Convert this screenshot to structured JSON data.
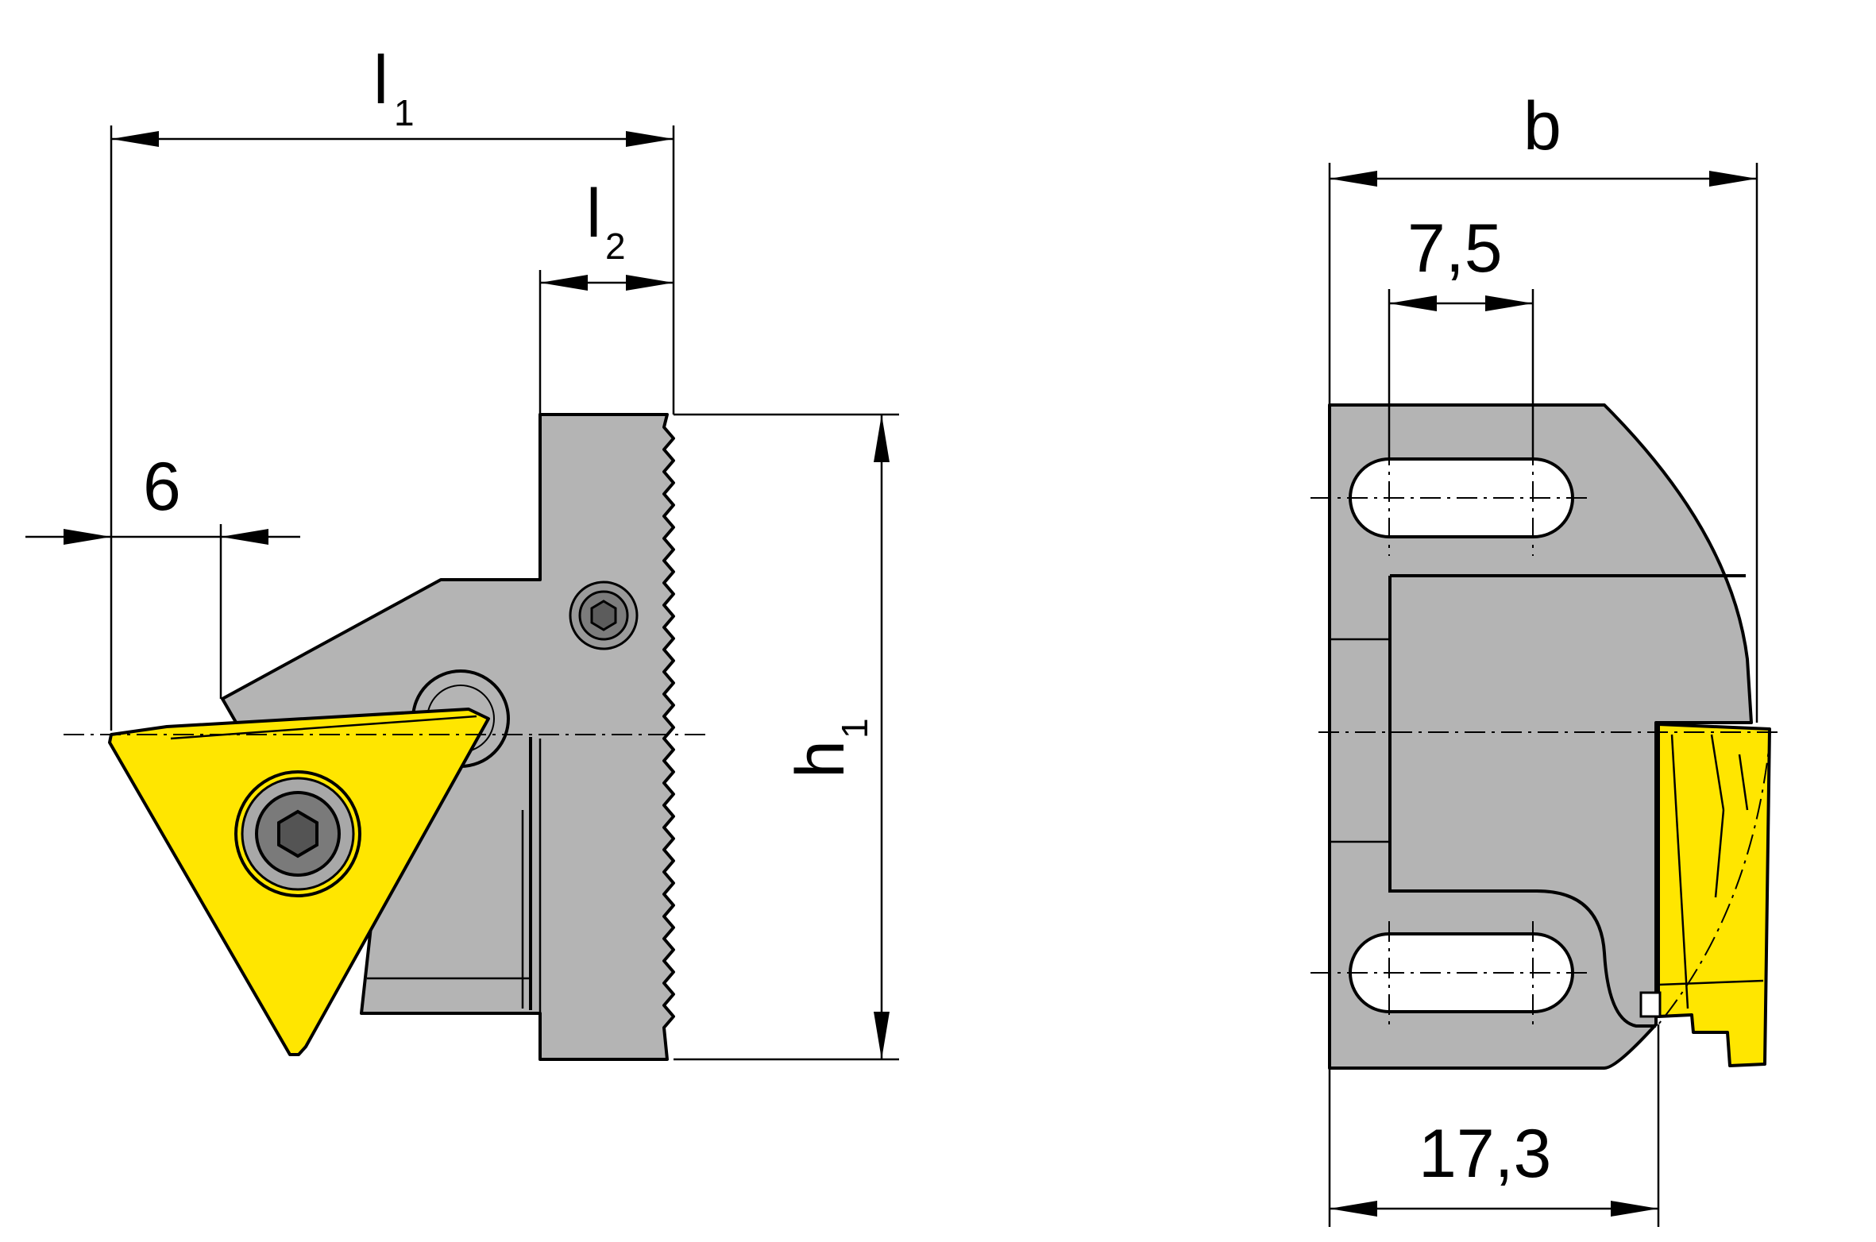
{
  "colors": {
    "body": "#b4b4b4",
    "insert": "#ffe600",
    "line": "#000000",
    "background": "#ffffff"
  },
  "dimensions": {
    "l1": {
      "main": "l",
      "sub": "1"
    },
    "l2": {
      "main": "l",
      "sub": "2"
    },
    "h1": {
      "main": "h",
      "sub": "1"
    },
    "b": "b",
    "six": "6",
    "seven_five": "7,5",
    "seventeen_three": "17,3"
  }
}
